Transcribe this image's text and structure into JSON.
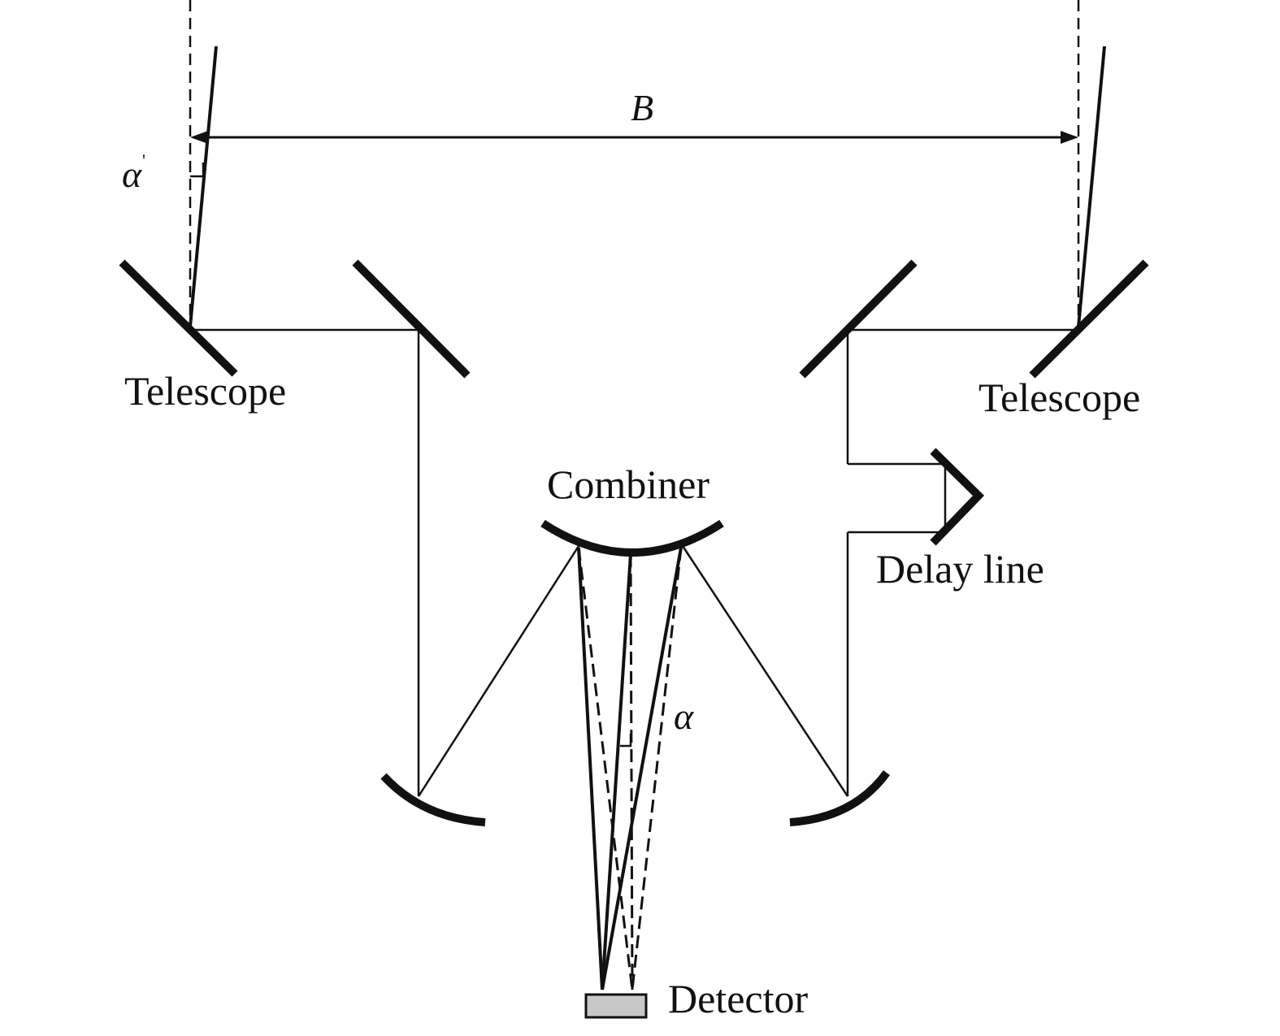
{
  "labels": {
    "telescope_left": "Telescope",
    "telescope_right": "Telescope",
    "combiner": "Combiner",
    "delay_line": "Delay line",
    "detector": "Detector",
    "baseline": "B",
    "alpha": "α",
    "alpha_prime": "α",
    "alpha_prime_mark": "'"
  },
  "colors": {
    "ink": "#111111",
    "detector_fill": "#c8c8c8"
  }
}
